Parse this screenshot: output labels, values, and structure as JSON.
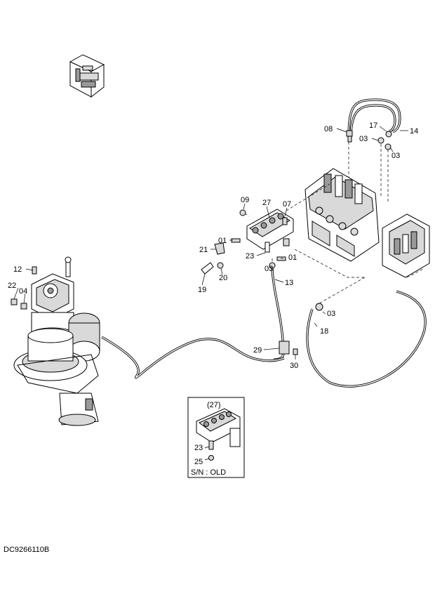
{
  "drawing_code": "DC9266110B",
  "inset": {
    "title": "(27)",
    "callouts": [
      "23",
      "25"
    ],
    "serial_note": "S/N : OLD"
  },
  "callouts": {
    "c08": "08",
    "c17": "17",
    "c14": "14",
    "c03a": "03",
    "c03b": "03",
    "c09": "09",
    "c27": "27",
    "c07": "07",
    "c01a": "01",
    "c21": "21",
    "c23": "23",
    "c01b": "01",
    "c03c": "03",
    "c19": "19",
    "c20": "20",
    "c13": "13",
    "c12": "12",
    "c22": "22",
    "c04": "04",
    "c03d": "03",
    "c18": "18",
    "c29": "29",
    "c30": "30"
  }
}
